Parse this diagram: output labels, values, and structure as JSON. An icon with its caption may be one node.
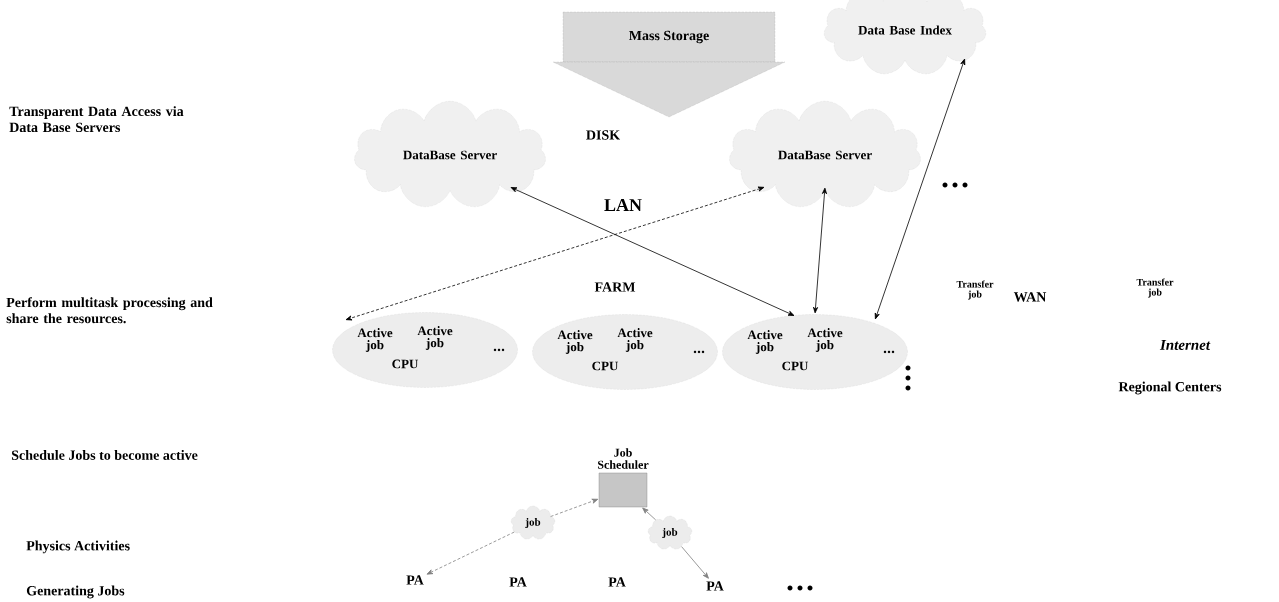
{
  "diagram": {
    "nodes": [
      {
        "text": [
          "Mass Storage"
        ]
      },
      {
        "text": [
          "Data Base Index"
        ]
      },
      {
        "text": [
          "DataBase Server"
        ]
      },
      {
        "text": [
          "DataBase Server"
        ]
      },
      {
        "text": [
          "Active job",
          "Active job",
          "CPU"
        ]
      },
      {
        "text": [
          "Active job",
          "Active job",
          "CPU"
        ]
      },
      {
        "text": [
          "Active job",
          "Active job",
          "CPU"
        ]
      },
      {
        "text": [
          "Job Scheduler"
        ]
      },
      {
        "text": [
          "job"
        ]
      },
      {
        "text": [
          "job"
        ]
      },
      {
        "text": [
          "PA"
        ]
      },
      {
        "text": [
          "PA"
        ]
      }
    ],
    "edges": [
      {
        "from": 2,
        "to": 6,
        "arrow": "both"
      },
      {
        "from": 3,
        "to": 4,
        "arrow": "both",
        "style": "dashed"
      },
      {
        "from": 3,
        "to": 6,
        "arrow": "both"
      },
      {
        "from": 1,
        "to": 6,
        "arrow": "both"
      },
      {
        "from": 8,
        "to": 7,
        "arrow": "to",
        "style": "dashed",
        "color": "#808080"
      },
      {
        "from": 8,
        "to": 10,
        "arrow": "to",
        "style": "dashed",
        "color": "#808080"
      },
      {
        "from": 9,
        "to": 7,
        "arrow": "to",
        "color": "#808080"
      },
      {
        "from": 9,
        "to": 11,
        "arrow": "to",
        "color": "#808080"
      }
    ],
    "labels": [
      "Transparent Data Access via Data Base Servers",
      "DISK",
      "LAN",
      "FARM",
      "Perform multitask processing and share the resources.",
      "Transfer job",
      "WAN",
      "Transfer job",
      "Internet",
      "Regional Centers",
      "Schedule Jobs to become active",
      "Physics Activities",
      "Generating Jobs",
      "PA",
      "PA"
    ]
  }
}
